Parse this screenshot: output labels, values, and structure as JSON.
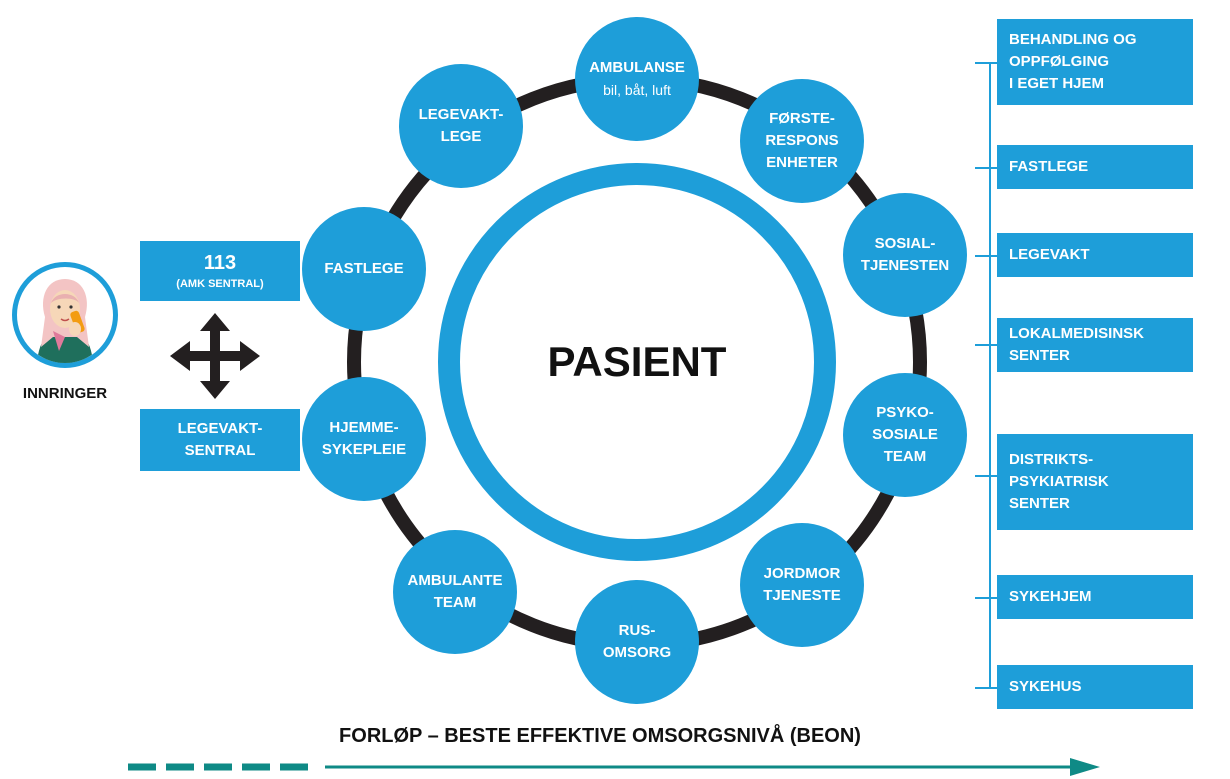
{
  "center": {
    "label": "PASIENT"
  },
  "ring_nodes": [
    {
      "id": "ambulanse",
      "label": "AMBULANSE",
      "sub": "bil, båt, luft"
    },
    {
      "id": "forsterespons",
      "label": "FØRSTE-\nRESPONS\nENHETER"
    },
    {
      "id": "sosialtjenesten",
      "label": "SOSIAL-\nTJENESTEN"
    },
    {
      "id": "psykososiale",
      "label": "PSYKO-\nSOSIALE\nTEAM"
    },
    {
      "id": "jordmor",
      "label": "JORDMOR\nTJENESTE"
    },
    {
      "id": "rusomsorg",
      "label": "RUS-\nOMSORG"
    },
    {
      "id": "ambulante-team",
      "label": "AMBULANTE\nTEAM"
    },
    {
      "id": "hjemmesykepleie",
      "label": "HJEMME-\nSYKEPLEIE"
    },
    {
      "id": "fastlege",
      "label": "FASTLEGE"
    },
    {
      "id": "legevaktlege",
      "label": "LEGEVAKT-\nLEGE"
    }
  ],
  "caller": {
    "label": "INNRINGER",
    "icon": "caller-woman-phone-icon"
  },
  "amk": {
    "number": "113",
    "sub": "(AMK SENTRAL)"
  },
  "legevaktsentral": {
    "label": "LEGEVAKT-\nSENTRAL"
  },
  "arrows_icon": "four-way-arrow-icon",
  "right_boxes": [
    {
      "label": "BEHANDLING OG\nOPPFØLGING\nI EGET HJEM"
    },
    {
      "label": "FASTLEGE"
    },
    {
      "label": "LEGEVAKT"
    },
    {
      "label": "LOKALMEDISINSK\nSENTER"
    },
    {
      "label": "DISTRIKTS-\nPSYKIATRISK\nSENTER"
    },
    {
      "label": "SYKEHJEM"
    },
    {
      "label": "SYKEHUS"
    }
  ],
  "footer": {
    "title": "FORLØP – BESTE EFFEKTIVE OMSORGSNIVÅ (BEON)"
  },
  "colors": {
    "blue": "#1e9ed9",
    "ring": "#231f20",
    "teal": "#0f8a86"
  }
}
